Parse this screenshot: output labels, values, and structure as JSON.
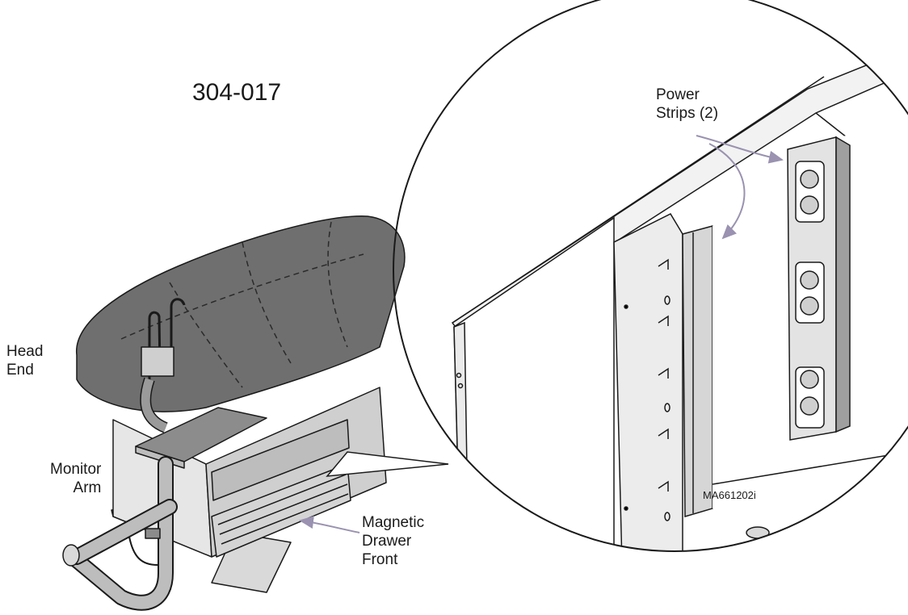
{
  "figure": {
    "model_number": "304-017",
    "reference_code": "MA661202i",
    "callouts": {
      "power_strips": [
        "Power",
        "Strips (2)"
      ],
      "head_end": [
        "Head",
        "End"
      ],
      "monitor_arm": [
        "Monitor",
        "Arm"
      ],
      "magnetic_drawer_front": [
        "Magnetic",
        "Drawer",
        "Front"
      ]
    },
    "colors": {
      "line": "#1a1a1a",
      "upholstery": "#6f6f6f",
      "metal_light": "#e6e6e6",
      "metal_mid": "#c4c4c4",
      "base_dark": "#4d4d4d",
      "leader_arrow": "#9a92b0"
    }
  }
}
